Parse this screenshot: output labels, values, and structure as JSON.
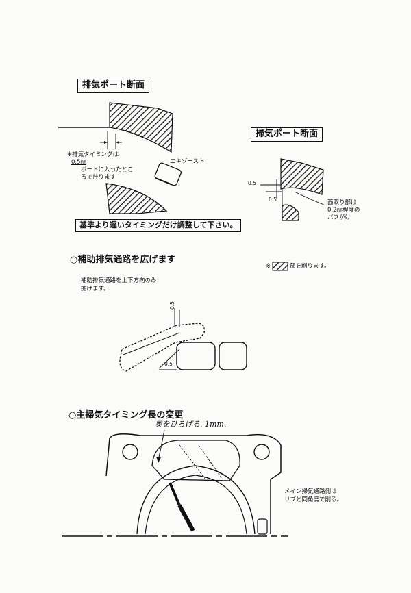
{
  "exhaust_port_section": {
    "title": "排気ポート断面",
    "note_line1": "※排気タイミングは",
    "note_line2": "0.5㎜",
    "note_line3": "ポートに入ったとこ",
    "note_line4": "ろで計ります",
    "exhaust_label": "エキゾースト",
    "instruction": "基準より遅いタイミングだけ調整して下さい。"
  },
  "scavenge_port_section": {
    "title": "掃気ポート断面",
    "dim_vertical": "0.5",
    "dim_horizontal": "0.5",
    "chamfer_line1": "面取り部は",
    "chamfer_line2": "0.2㎜程度の",
    "chamfer_line3": "バフがけ",
    "hatch_note_prefix": "※",
    "hatch_note_suffix": "部を削ります。"
  },
  "aux_exhaust_section": {
    "title": "○補助排気通路を広げます",
    "desc_line1": "補助排気通路を上下方向のみ",
    "desc_line2": "拡げます。",
    "dim_top": "0.5",
    "dim_bottom": "0.5"
  },
  "main_scavenge_section": {
    "title": "○主掃気タイミング長の変更",
    "handwritten_note": "奥をひろげる. 1mm.",
    "side_note_line1": "メイン掃気通路側は",
    "side_note_line2": "リブと同角度で削る。"
  },
  "colors": {
    "ink": "#111111",
    "paper": "#fbfbfa"
  }
}
